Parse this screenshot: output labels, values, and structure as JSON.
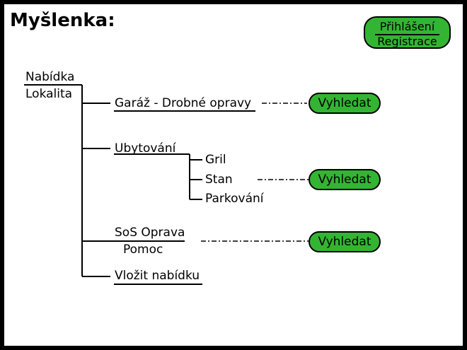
{
  "title": "Myšlenka:",
  "auth": {
    "login": "Přihlášení",
    "register": "Registrace"
  },
  "root": {
    "top": "Nabídka",
    "bottom": "Lokalita"
  },
  "branches": {
    "garage": "Garáž - Drobné opravy",
    "accommodation": "Ubytování",
    "sub": [
      "Gril",
      "Stan",
      "Parkování"
    ],
    "sos_top": "SoS Oprava",
    "sos_bottom": "Pomoc",
    "insert": "Vložit nabídku"
  },
  "search_label": "Vyhledat",
  "colors": {
    "button_green": "#33b533",
    "frame": "#000000",
    "background": "#ffffff"
  }
}
